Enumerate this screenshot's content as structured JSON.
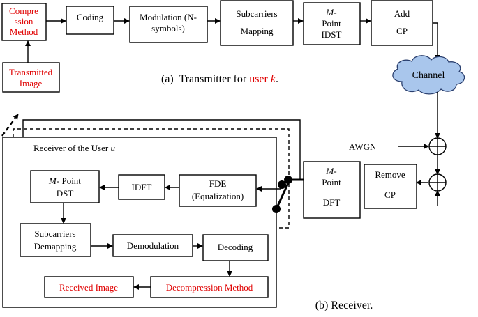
{
  "colors": {
    "line": "#000000",
    "red_text": "#e00000",
    "black_text": "#000000",
    "cloud_fill": "#a9c6ec",
    "cloud_stroke": "#2a3f6e"
  },
  "transmitter": {
    "compression": [
      "Compre",
      "ssion",
      "Method"
    ],
    "coding": "Coding",
    "modulation": [
      "Modulation (N-",
      "symbols)"
    ],
    "subcarriers_mapping": [
      "Subcarriers",
      "Mapping"
    ],
    "idst": [
      "M-",
      "Point",
      "IDST"
    ],
    "add_cp": [
      "Add",
      "CP"
    ],
    "transmitted_image": [
      "Transmitted",
      "Image"
    ],
    "caption_prefix": "(a)  Transmitter for ",
    "caption_user": "user ",
    "caption_k": "k",
    "caption_suffix": "."
  },
  "channel": {
    "label": "Channel",
    "awgn": "AWGN"
  },
  "receiver": {
    "remove_cp": [
      "Remove",
      "CP"
    ],
    "dft": [
      "M-",
      "Point",
      "DFT"
    ],
    "user_box_title": "Receiver of the User ",
    "user_box_var": "u",
    "fde": [
      "FDE",
      "(Equalization)"
    ],
    "idft": "IDFT",
    "dst": [
      "M- Point",
      "DST"
    ],
    "demapping": [
      "Subcarriers",
      "Demapping"
    ],
    "demodulation": "Demodulation",
    "decoding": "Decoding",
    "decompression": "Decompression Method",
    "received_image": "Received Image",
    "caption": "(b) Receiver."
  }
}
